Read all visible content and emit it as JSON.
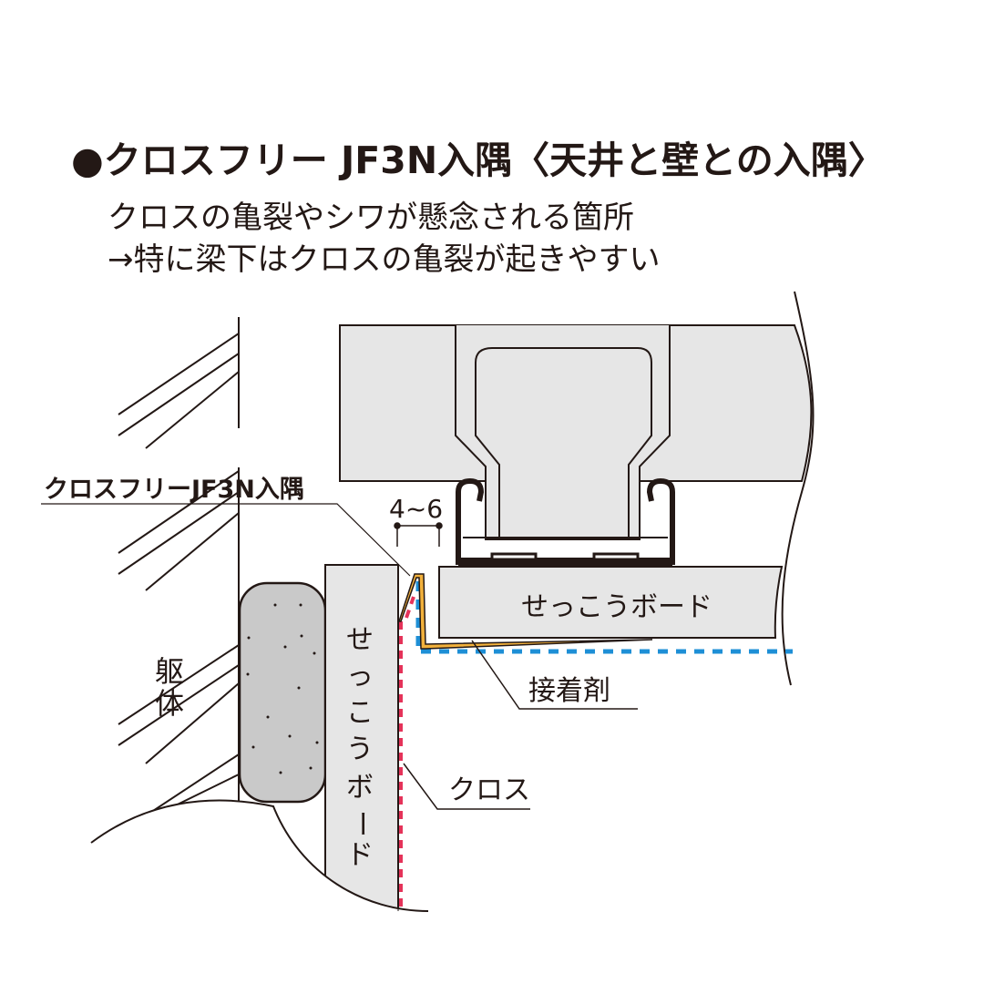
{
  "title": "●クロスフリー JF3N入隅〈天井と壁との入隅〉",
  "subtitle_lines": [
    "クロスの亀裂やシワが懸念される箇所",
    "→特に梁下はクロスの亀裂が起きやすい"
  ],
  "labels": {
    "product": "クロスフリーJF3N入隅",
    "gap": "4~6",
    "ceiling_board": "せっこうボード",
    "wall_board": [
      "せ",
      "っ",
      "こ",
      "う",
      "ボ",
      "ー",
      "ド"
    ],
    "adhesive": "接着剤",
    "cloth": "クロス",
    "structure": [
      "躯",
      "体"
    ]
  },
  "colors": {
    "board": "#e6e6e6",
    "concrete": "#c9c9c9",
    "trim": "#f2b13c",
    "cloth_wall": "#e5335a",
    "cloth_ceiling": "#1e8fd6",
    "ink": "#231815"
  }
}
